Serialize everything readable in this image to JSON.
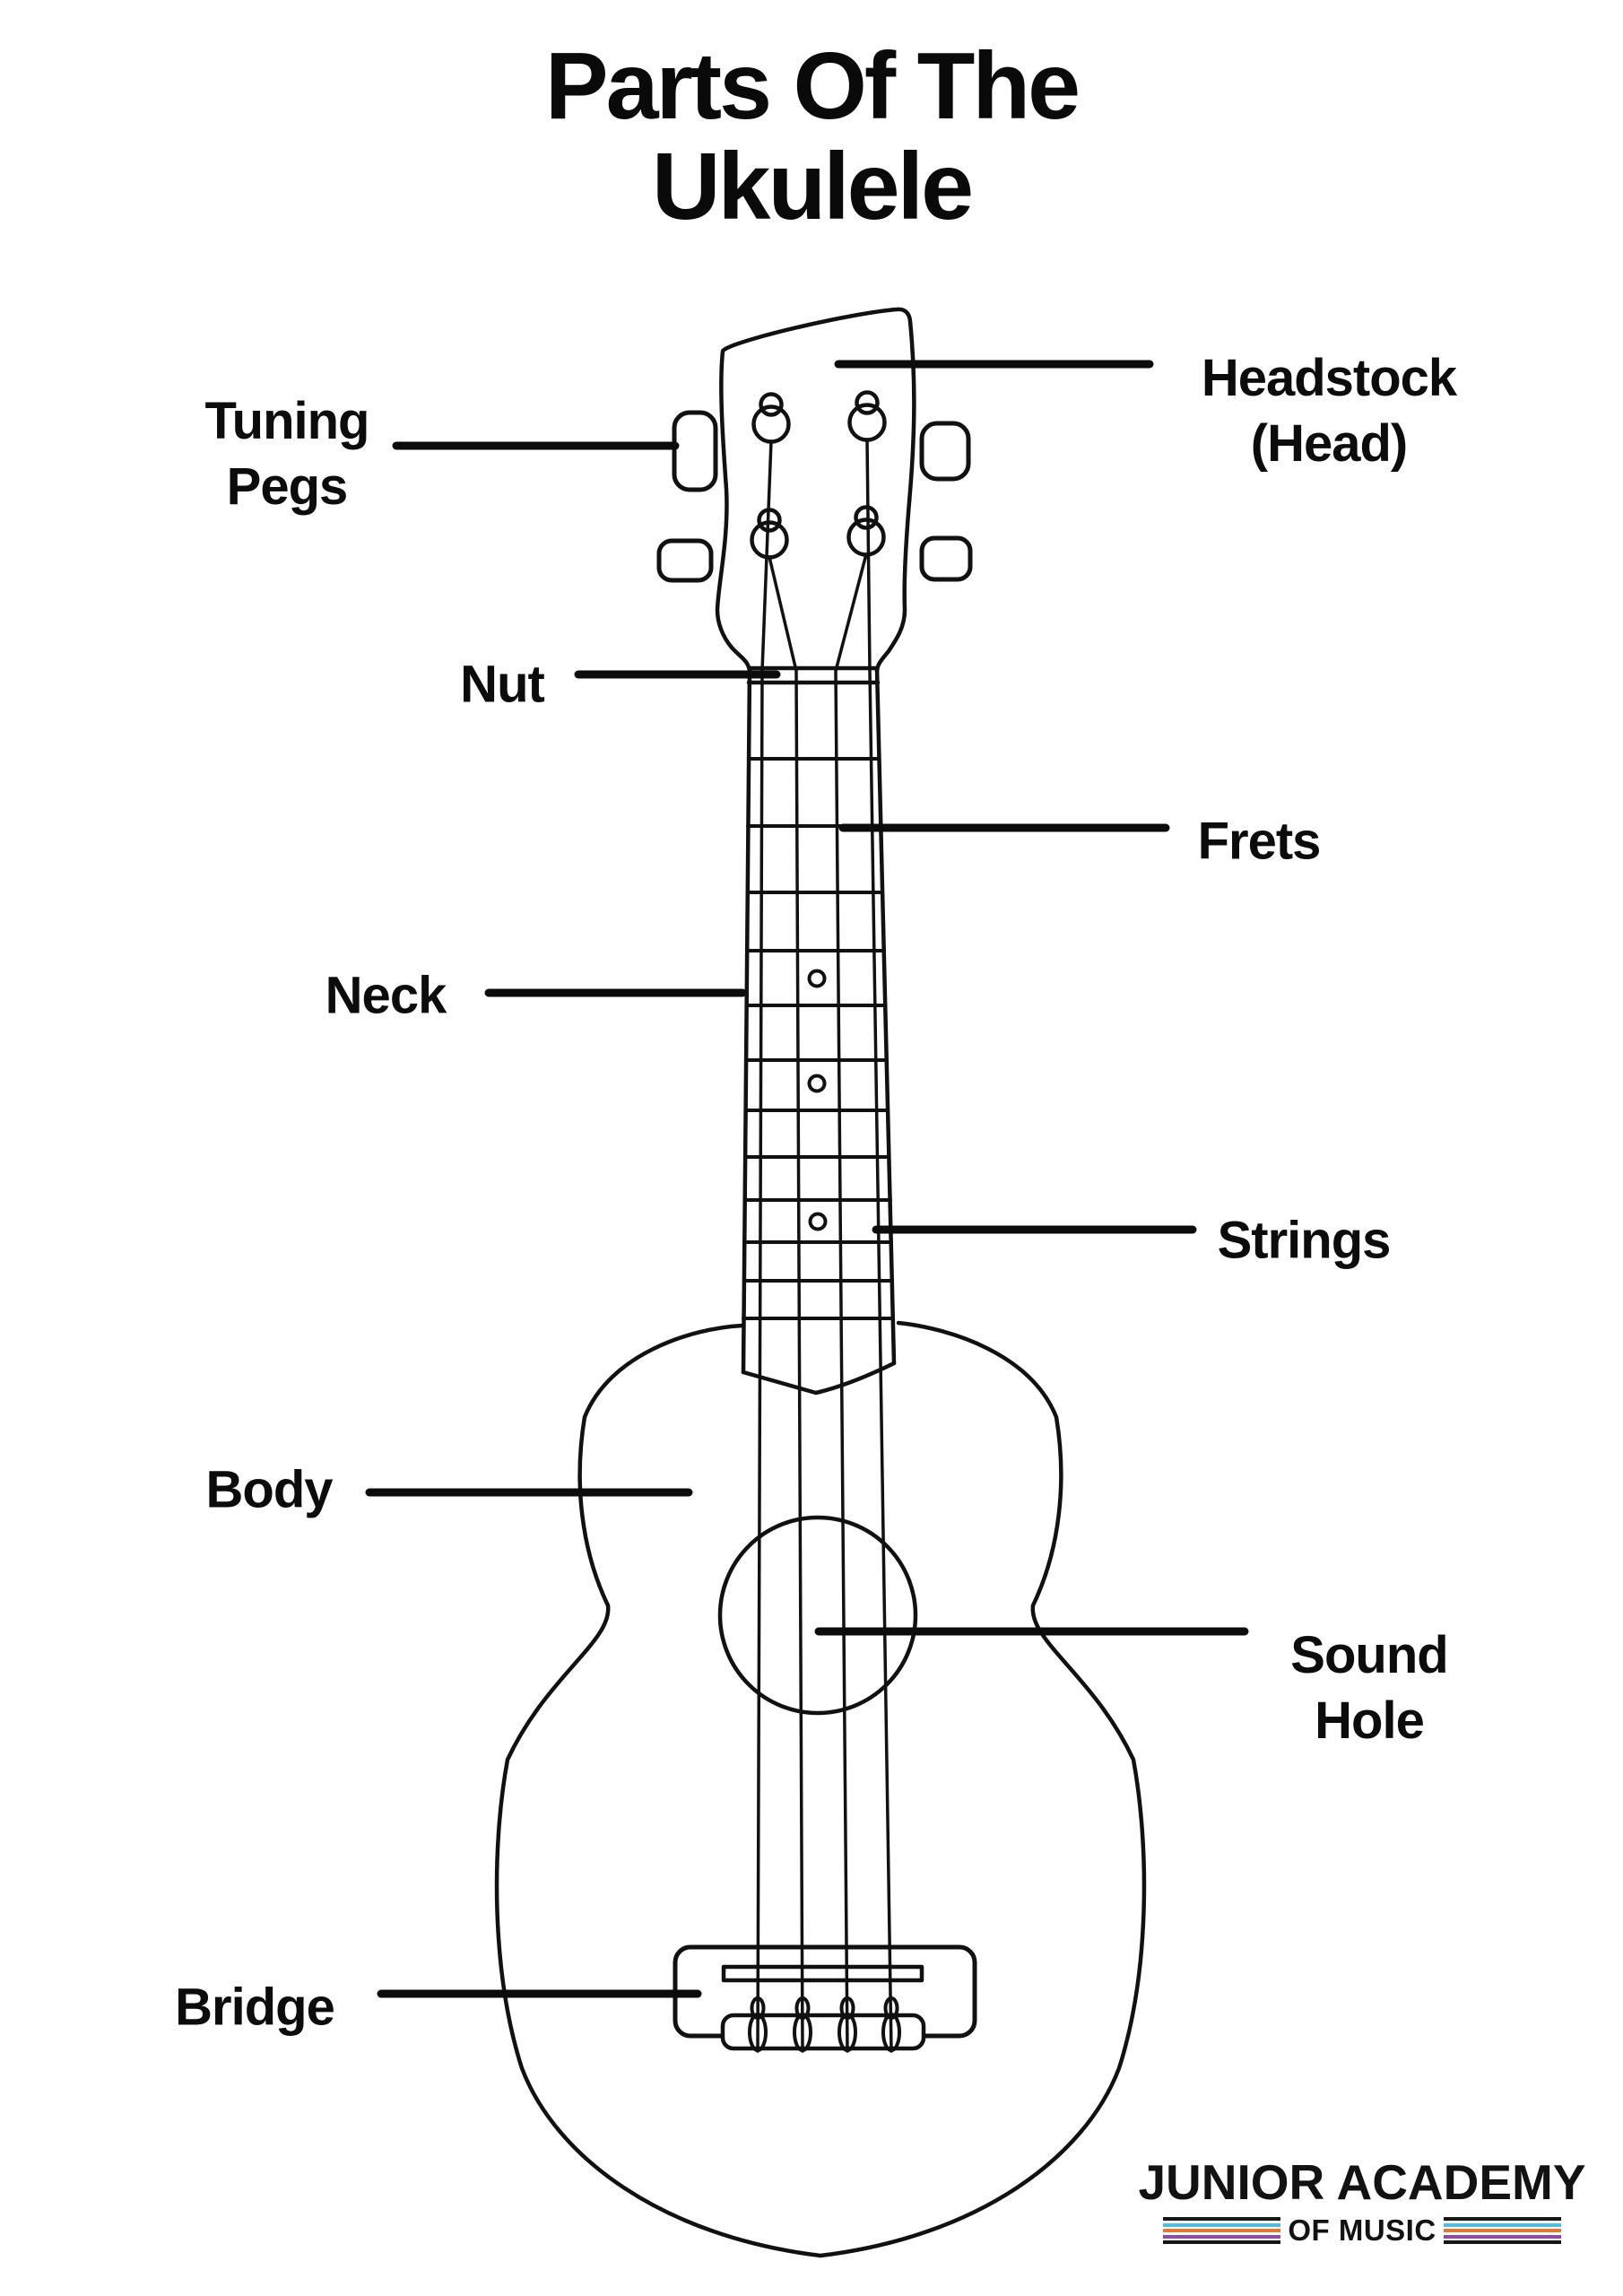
{
  "title": {
    "line1": "Parts Of The",
    "line2": "Ukulele"
  },
  "labels": {
    "tuning_pegs": {
      "lines": [
        "Tuning",
        "Pegs"
      ]
    },
    "headstock": {
      "lines": [
        "Headstock",
        "(Head)"
      ]
    },
    "nut": {
      "lines": [
        "Nut"
      ]
    },
    "frets": {
      "lines": [
        "Frets"
      ]
    },
    "neck": {
      "lines": [
        "Neck"
      ]
    },
    "strings": {
      "lines": [
        "Strings"
      ]
    },
    "body": {
      "lines": [
        "Body"
      ]
    },
    "sound_hole": {
      "lines": [
        "Sound",
        "Hole"
      ]
    },
    "bridge": {
      "lines": [
        "Bridge"
      ]
    }
  },
  "logo": {
    "name": "JUNIOR ACADEMY",
    "subtitle": "OF MUSIC",
    "stripe_colors": [
      "#161616",
      "#4bbee3",
      "#e5772e",
      "#8d4e9d",
      "#161616"
    ]
  },
  "drawing_colors": {
    "line": "#111111",
    "background": "#ffffff"
  }
}
